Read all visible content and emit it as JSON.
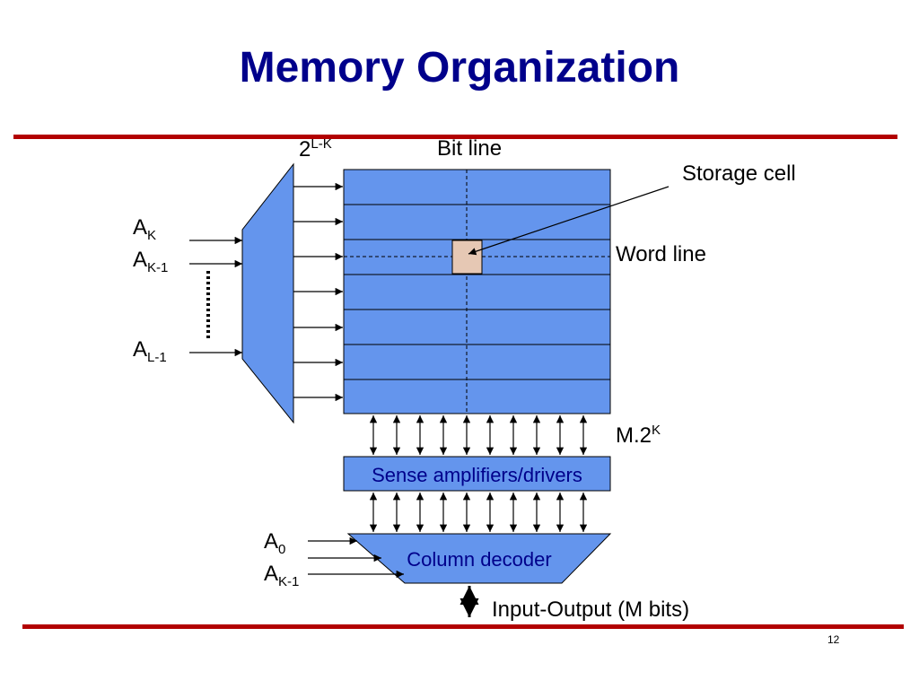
{
  "slide": {
    "title": "Memory Organization",
    "page_number": "12"
  },
  "labels": {
    "bit_line": "Bit line",
    "storage_cell": "Storage cell",
    "word_line": "Word line",
    "row_count_base": "2",
    "row_count_exp": "L-K",
    "width_base": "M.2",
    "width_exp": "K",
    "row_addr_top_base": "A",
    "row_addr_top_sub": "K",
    "row_addr_second_base": "A",
    "row_addr_second_sub": "K-1",
    "row_addr_last_base": "A",
    "row_addr_last_sub": "L-1",
    "col_addr_top_base": "A",
    "col_addr_top_sub": "0",
    "col_addr_bottom_base": "A",
    "col_addr_bottom_sub": "K-1",
    "sense_amps": "Sense amplifiers/drivers",
    "column_decoder": "Column decoder",
    "io": "Input-Output (M bits)"
  },
  "colors": {
    "title": "#00008b",
    "rule": "#b20000",
    "block_fill": "#6495ed",
    "cell_fill": "#e6c8b4"
  }
}
